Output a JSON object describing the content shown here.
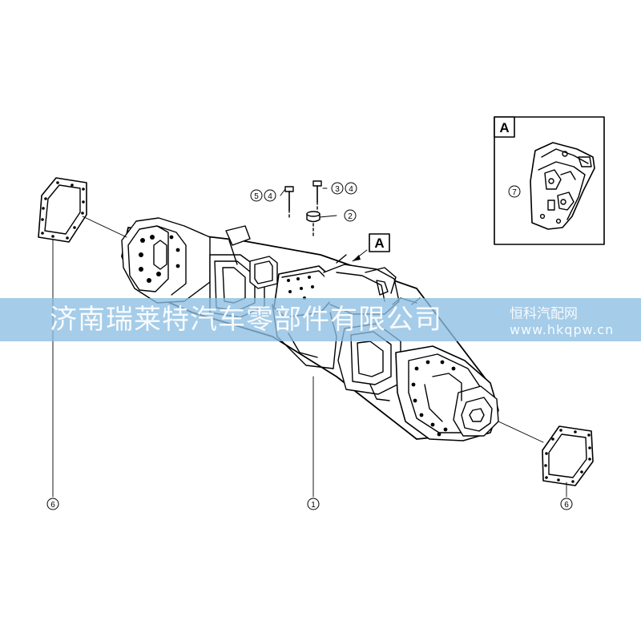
{
  "callouts": {
    "c1": "1",
    "c2": "2",
    "c3": "3",
    "c4": "4",
    "c5": "5",
    "c6": "6",
    "c7": "7",
    "detail_label": "A"
  },
  "watermark": {
    "title": "济南瑞莱特汽车零部件有限公司",
    "site": "恒科汽配网",
    "url": "www.hkqpw.cn"
  }
}
